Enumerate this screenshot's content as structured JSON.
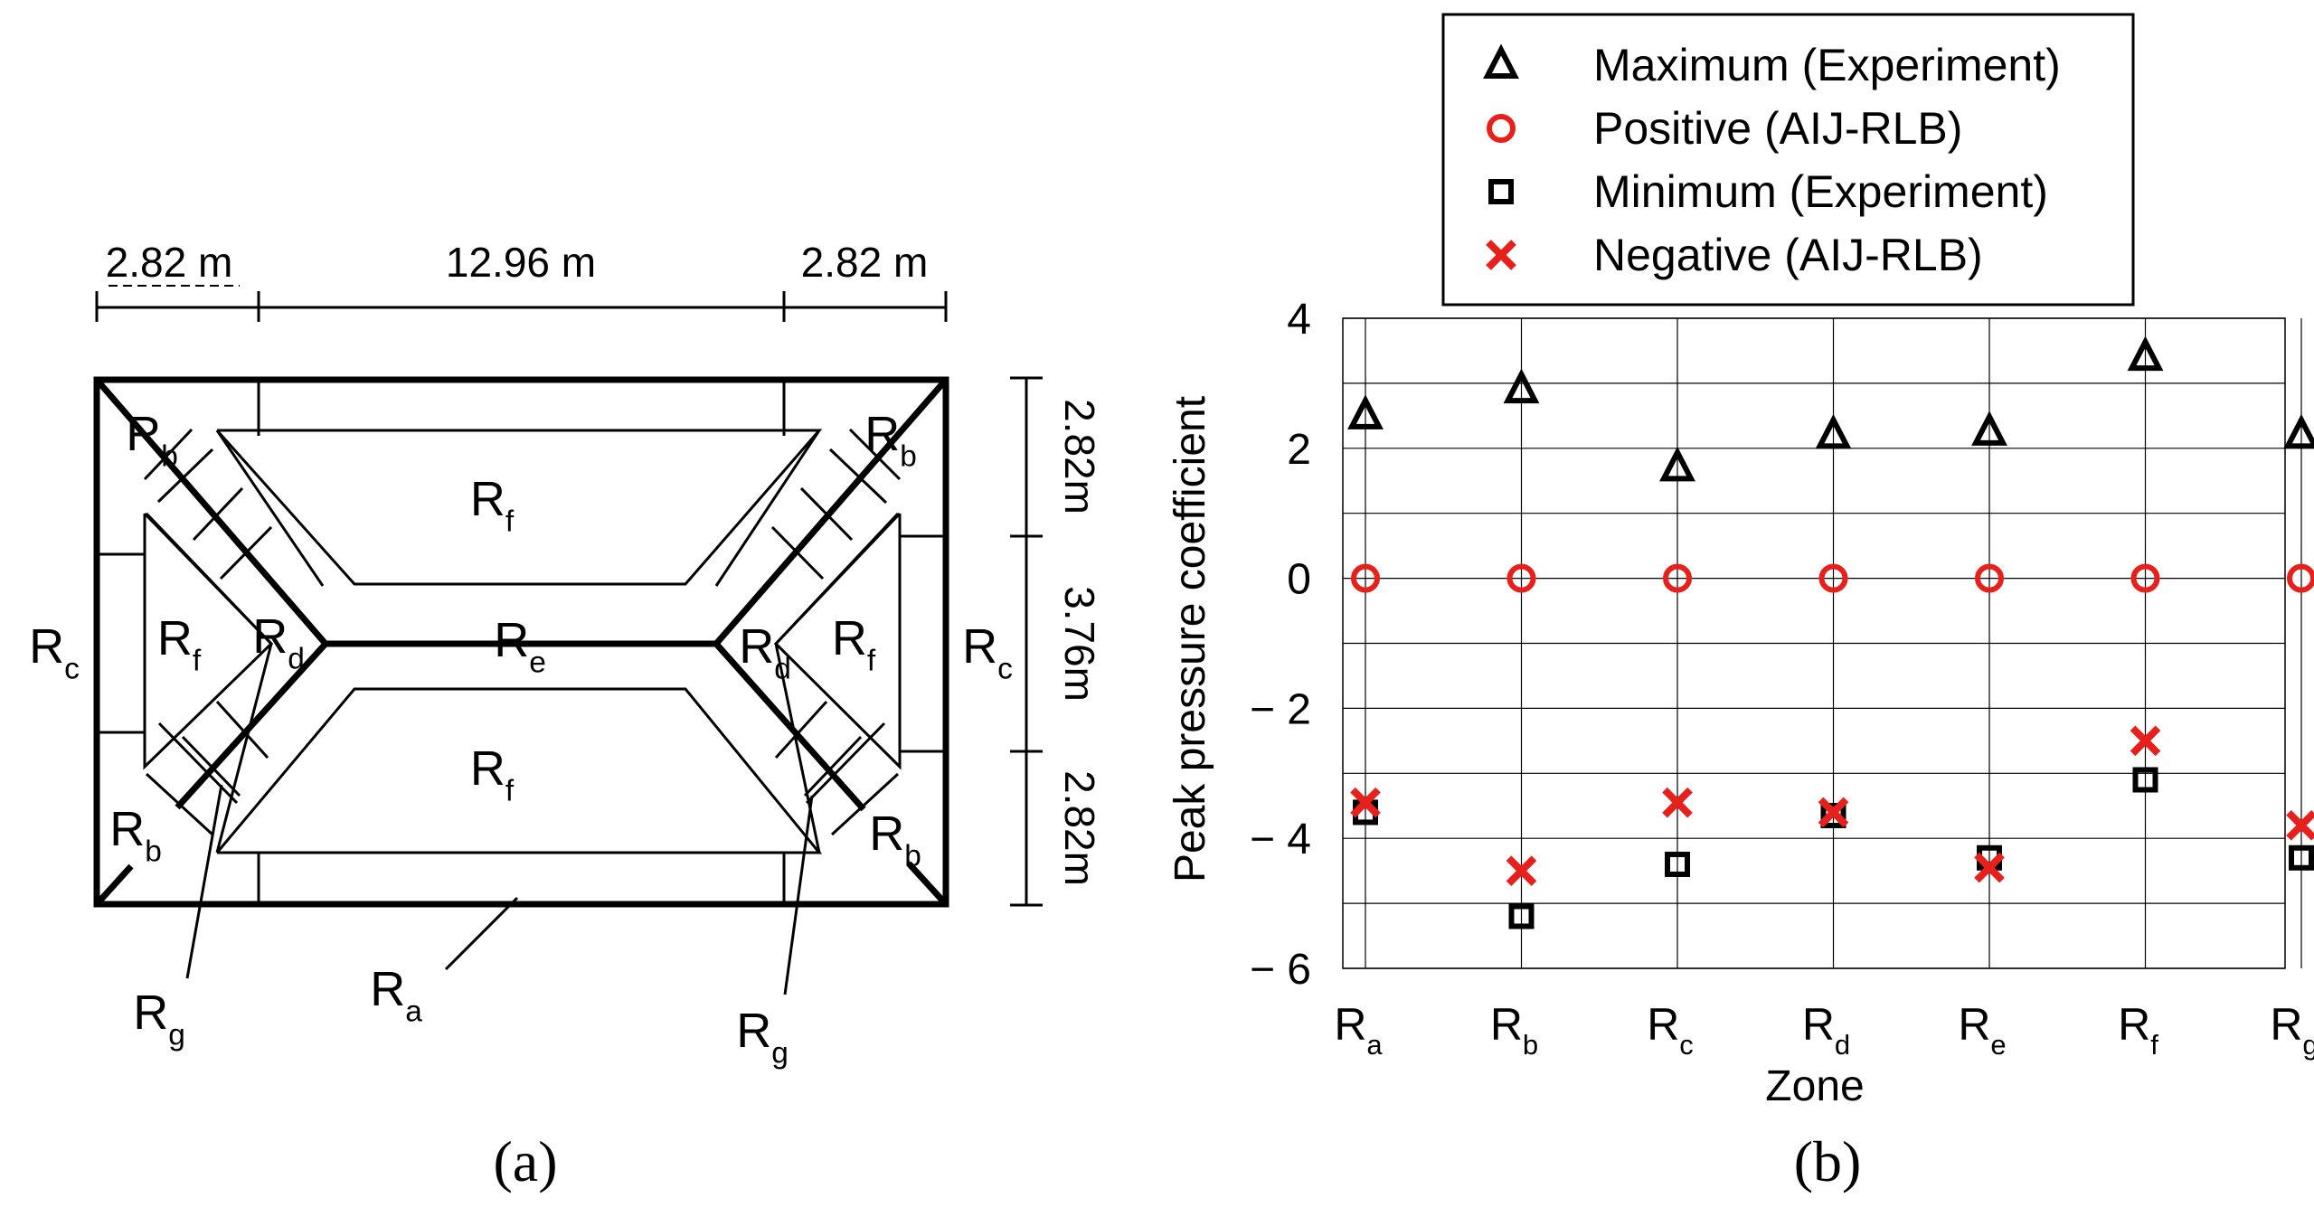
{
  "panel_a": {
    "caption": "(a)",
    "dim_top": [
      "2.82 m",
      "12.96 m",
      "2.82 m"
    ],
    "dim_right": [
      "2.82m",
      "3.76m",
      "2.82m"
    ],
    "zones": {
      "a": {
        "main": "R",
        "sub": "a"
      },
      "b": {
        "main": "R",
        "sub": "b"
      },
      "c": {
        "main": "R",
        "sub": "c"
      },
      "d": {
        "main": "R",
        "sub": "d"
      },
      "e": {
        "main": "R",
        "sub": "e"
      },
      "f": {
        "main": "R",
        "sub": "f"
      },
      "g": {
        "main": "R",
        "sub": "g"
      }
    }
  },
  "panel_b": {
    "caption": "(b)",
    "legend": [
      {
        "label": "Maximum (Experiment)",
        "marker": "triangle",
        "color": "#000000"
      },
      {
        "label": "Positive (AIJ-RLB)",
        "marker": "circle",
        "color": "#e8201c"
      },
      {
        "label": "Minimum (Experiment)",
        "marker": "square",
        "color": "#000000"
      },
      {
        "label": "Negative (AIJ-RLB)",
        "marker": "cross",
        "color": "#e8201c"
      }
    ]
  },
  "chart_data": {
    "type": "scatter",
    "xlabel": "Zone",
    "ylabel": "Peak pressure coefficient",
    "categories": [
      {
        "main": "R",
        "sub": "a"
      },
      {
        "main": "R",
        "sub": "b"
      },
      {
        "main": "R",
        "sub": "c"
      },
      {
        "main": "R",
        "sub": "d"
      },
      {
        "main": "R",
        "sub": "e"
      },
      {
        "main": "R",
        "sub": "f"
      },
      {
        "main": "R",
        "sub": "g"
      }
    ],
    "ylim": [
      -6,
      4
    ],
    "yticks": [
      4,
      2,
      0,
      -2,
      -4,
      -6
    ],
    "ytick_labels": [
      "4",
      "2",
      "0",
      "− 2",
      "− 4",
      "− 6"
    ],
    "grid": true,
    "series": [
      {
        "name": "Maximum (Experiment)",
        "marker": "triangle",
        "color": "#000000",
        "values": [
          2.5,
          2.9,
          1.7,
          2.2,
          2.25,
          3.4,
          2.2
        ]
      },
      {
        "name": "Positive (AIJ-RLB)",
        "marker": "circle",
        "color": "#e8201c",
        "values": [
          0,
          0,
          0,
          0,
          0,
          0,
          0
        ]
      },
      {
        "name": "Minimum (Experiment)",
        "marker": "square",
        "color": "#000000",
        "values": [
          -3.6,
          -5.2,
          -4.4,
          -3.65,
          -4.3,
          -3.1,
          -4.3
        ]
      },
      {
        "name": "Negative (AIJ-RLB)",
        "marker": "cross",
        "color": "#e8201c",
        "values": [
          -3.45,
          -4.5,
          -3.45,
          -3.6,
          -4.45,
          -2.5,
          -3.8
        ]
      }
    ]
  }
}
